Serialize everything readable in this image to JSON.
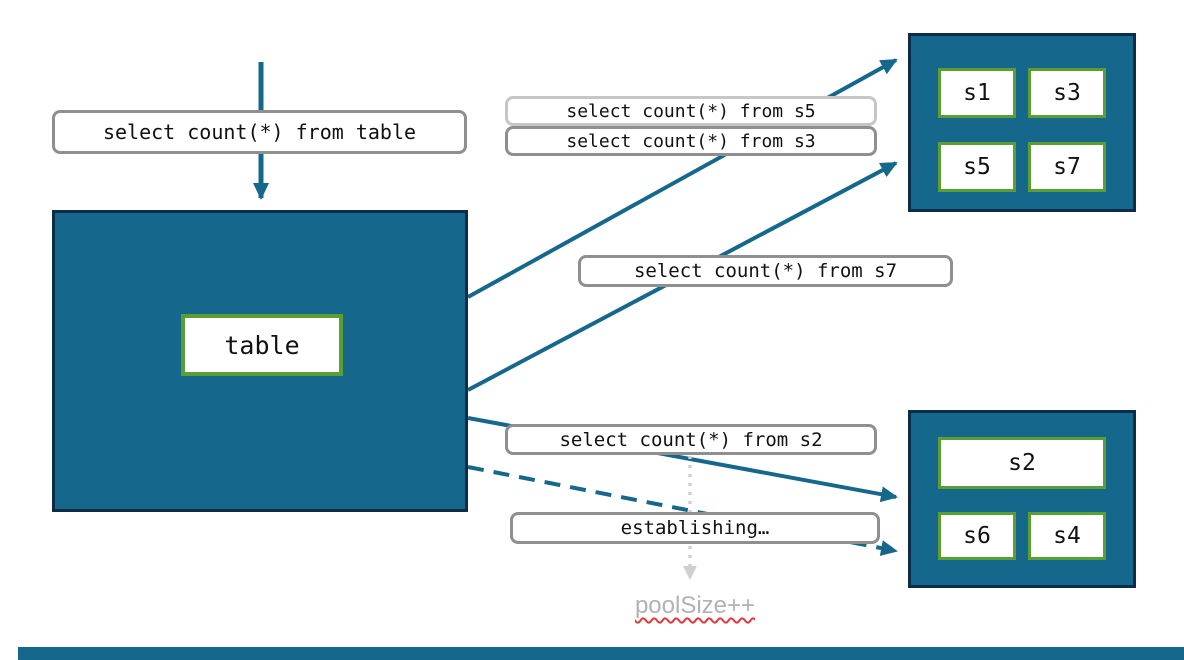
{
  "labels": {
    "query_table": "select count(*) from table",
    "query_s5": "select count(*) from s5",
    "query_s3": "select count(*) from s3",
    "query_s7": "select count(*) from s7",
    "query_s2": "select count(*) from s2",
    "establishing": "establishing…",
    "pool_size": "poolSize++"
  },
  "table_node": {
    "label": "table"
  },
  "shards_top": [
    "s1",
    "s3",
    "s5",
    "s7"
  ],
  "shards_bottom": [
    "s2",
    "s6",
    "s4"
  ],
  "colors": {
    "teal_fill": "#15688C",
    "dark_navy_border": "#0C2D48",
    "green_border": "#5B9E33",
    "gray_label_border": "#8F8F8F",
    "faded_label_border": "#C6C6C6",
    "arrow_teal": "#15688C",
    "dotted_arrow_gray": "#C9C9C9",
    "pool_size_text": "#B2B2B2",
    "squiggle_red": "#DD3C3C"
  }
}
